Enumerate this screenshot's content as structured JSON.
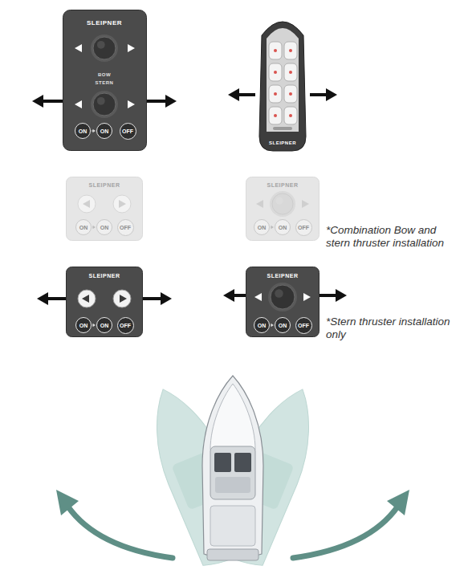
{
  "diagram": {
    "nodes": [
      {
        "text": [
          "SLEIPNER",
          "BOW",
          "STERN"
        ]
      },
      {
        "text": [
          "ON"
        ],
        "in": 0
      },
      {
        "text": [
          "ON"
        ],
        "in": 0
      },
      {
        "text": [
          "OFF"
        ],
        "in": 0
      },
      {
        "text": [
          "SLEIPNER"
        ]
      },
      {
        "text": [
          "SLEIPNER"
        ]
      },
      {
        "text": [
          "ON"
        ],
        "in": 5
      },
      {
        "text": [
          "ON"
        ],
        "in": 5
      },
      {
        "text": [
          "OFF"
        ],
        "in": 5
      },
      {
        "text": [
          "SLEIPNER"
        ]
      },
      {
        "text": [
          "ON"
        ],
        "in": 9
      },
      {
        "text": [
          "ON"
        ],
        "in": 9
      },
      {
        "text": [
          "OFF"
        ],
        "in": 9
      },
      {
        "text": [
          "SLEIPNER"
        ]
      },
      {
        "text": [
          "ON"
        ],
        "in": 13
      },
      {
        "text": [
          "ON"
        ],
        "in": 13
      },
      {
        "text": [
          "OFF"
        ],
        "in": 13
      },
      {
        "text": [
          "SLEIPNER"
        ]
      },
      {
        "text": [
          "ON"
        ],
        "in": 17
      },
      {
        "text": [
          "ON"
        ],
        "in": 17
      },
      {
        "text": [
          "OFF"
        ],
        "in": 17
      }
    ],
    "edges": [
      {
        "from": 1,
        "to": 2,
        "arrow": "to"
      },
      {
        "from": 6,
        "to": 7,
        "arrow": "to"
      },
      {
        "from": 10,
        "to": 11,
        "arrow": "to"
      },
      {
        "from": 14,
        "to": 15,
        "arrow": "to"
      },
      {
        "from": 18,
        "to": 19,
        "arrow": "to"
      }
    ],
    "labels": [
      "*Combination Bow and stern thruster installation",
      "*Stern thruster installation only"
    ]
  }
}
